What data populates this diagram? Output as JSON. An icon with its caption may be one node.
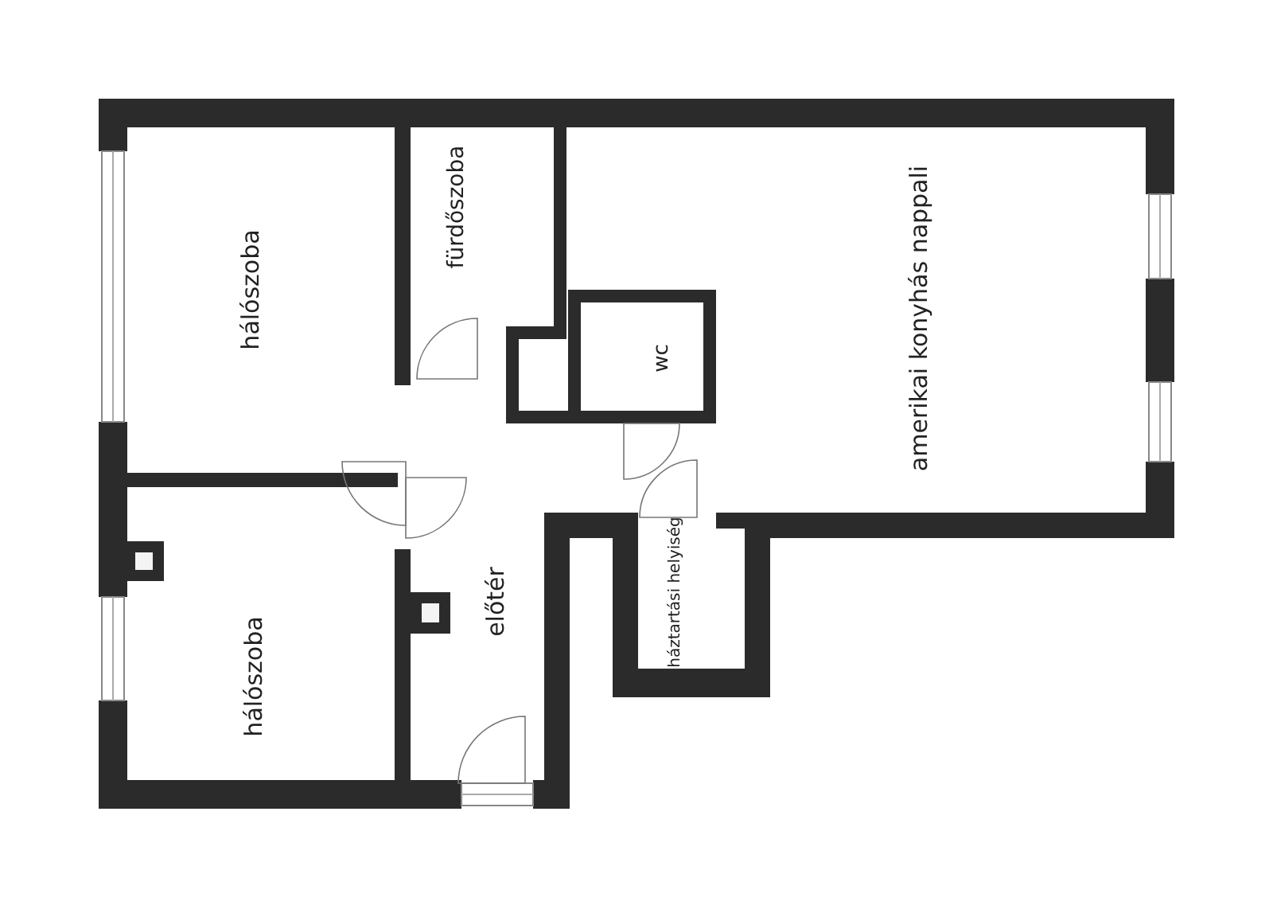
{
  "diagram": {
    "labels": [
      "hálószoba",
      "fürdőszoba",
      "amerikai konyhás nappali",
      "wc",
      "előtér",
      "háztartási helyiség",
      "hálószoba"
    ]
  }
}
